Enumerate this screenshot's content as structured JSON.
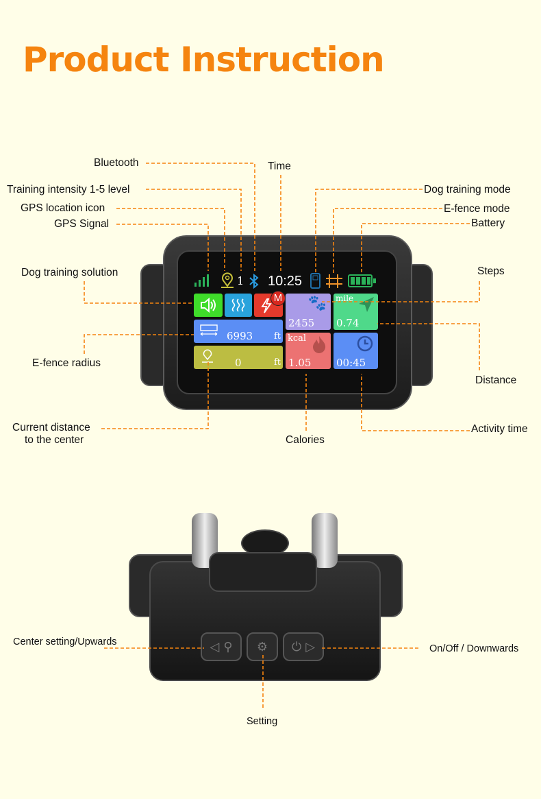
{
  "title": "Product Instruction",
  "labels": {
    "bluetooth": "Bluetooth",
    "time": "Time",
    "training_intensity": "Training intensity 1-5 level",
    "gps_location_icon": "GPS location icon",
    "gps_signal": "GPS Signal",
    "dog_training_solution": "Dog training solution",
    "efence_radius": "E-fence radius",
    "current_distance_1": "Current distance",
    "current_distance_2": "to the center",
    "calories": "Calories",
    "activity_time": "Activity time",
    "distance": "Distance",
    "steps": "Steps",
    "battery": "Battery",
    "efence_mode": "E-fence mode",
    "dog_training_mode": "Dog training mode",
    "center_setting": "Center setting/Upwards",
    "on_off": "On/Off / Downwards",
    "setting": "Setting"
  },
  "screen": {
    "intensity": "1",
    "time": "10:25",
    "mode_badge": "M",
    "fence_radius": "6993",
    "fence_unit": "ft",
    "center_distance": "0",
    "center_unit": "ft",
    "steps": "2455",
    "distance_unit": "mile",
    "distance": "0.74",
    "calories_unit": "kcal",
    "calories": "1.05",
    "activity_time": "00:45",
    "battery_level": 1.0
  },
  "colors": {
    "accent": "#f5840f",
    "sound": "#3fdc2a",
    "vibrate": "#29a3dc",
    "shock": "#e53a2c",
    "fence": "#5b8ef5",
    "center": "#bcbd42",
    "steps": "#a99be8",
    "distance": "#4fd98a",
    "calories": "#ec7272",
    "activity": "#5b8ef5"
  }
}
